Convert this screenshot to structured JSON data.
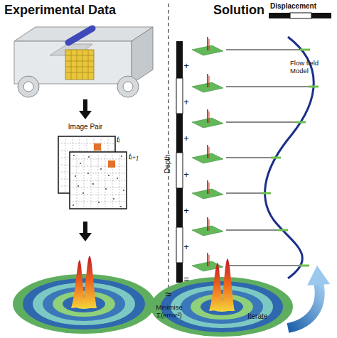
{
  "diagram": {
    "labels": [
      "Experimental Data",
      "Solution",
      "Image Pair",
      "tᵢ",
      "tᵢ₊₁",
      "Displacement",
      "Depth",
      "Flow field Model",
      "+",
      "+",
      "+",
      "+",
      "+",
      "+",
      "=",
      "≈",
      "Minimise Σ(error²)",
      "Iterate"
    ]
  }
}
